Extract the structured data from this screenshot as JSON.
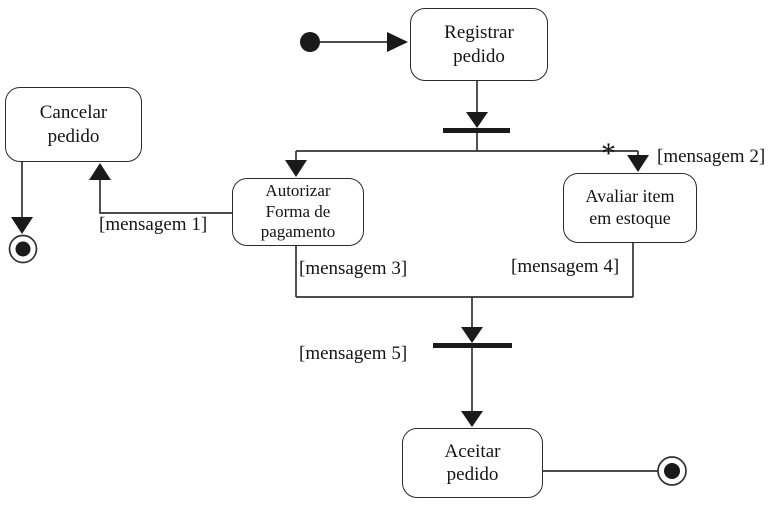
{
  "diagram": {
    "kind": "uml-activity-diagram",
    "language": "pt",
    "colors": {
      "background": "#ffffff",
      "line": "#333333",
      "node_fill": "#ffffff",
      "node_border": "#2b2b2b",
      "text": "#141414"
    },
    "nodes": {
      "registrar": "Registrar\npedido",
      "cancelar": "Cancelar\npedido",
      "autorizar": "Autorizar\nForma de\npagamento",
      "avaliar": "Avaliar item\nem estoque",
      "aceitar": "Aceitar\npedido"
    },
    "labels": {
      "mensagem1": "[mensagem 1]",
      "mensagem2": "[mensagem 2]",
      "mensagem3": "[mensagem 3]",
      "mensagem4": "[mensagem 4]",
      "mensagem5": "[mensagem 5]",
      "star": "*"
    },
    "control_nodes": {
      "initial": "initial-node",
      "fork": "fork-bar",
      "join": "join-bar",
      "final_left": "activity-final-node",
      "final_bottom": "activity-final-node"
    }
  }
}
